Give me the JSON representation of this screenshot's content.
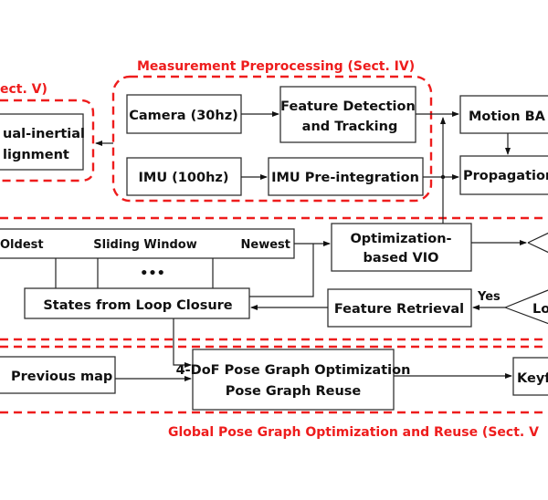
{
  "diagram": {
    "sections": {
      "preprocessing": "Measurement Preprocessing (Sect. IV)",
      "initialization_partial": "ect. V)",
      "global": "Global Pose Graph Optimization and Reuse  (Sect. V"
    },
    "nodes": {
      "vi_alignment": [
        "ual-inertial",
        "lignment"
      ],
      "camera": "Camera (30hz)",
      "imu": "IMU (100hz)",
      "feature_detection": [
        "Feature Detection",
        "and Tracking"
      ],
      "imu_preintegration": "IMU Pre-integration",
      "motion_ba": "Motion BA",
      "propagation": "Propagation",
      "sliding_window": {
        "oldest": "Oldest",
        "title": "Sliding Window",
        "newest": "Newest",
        "ellipsis": "•••"
      },
      "optimization_vio": [
        "Optimization-",
        "based VIO"
      ],
      "states_loop_closure": "States from Loop Closure",
      "feature_retrieval": "Feature Retrieval",
      "loop_decision": "Lo",
      "yes_label": "Yes",
      "previous_map": "Previous map",
      "pose_graph": [
        "4-DoF Pose Graph Optimization",
        "Pose Graph Reuse"
      ],
      "keyframe": "Keyf"
    }
  }
}
